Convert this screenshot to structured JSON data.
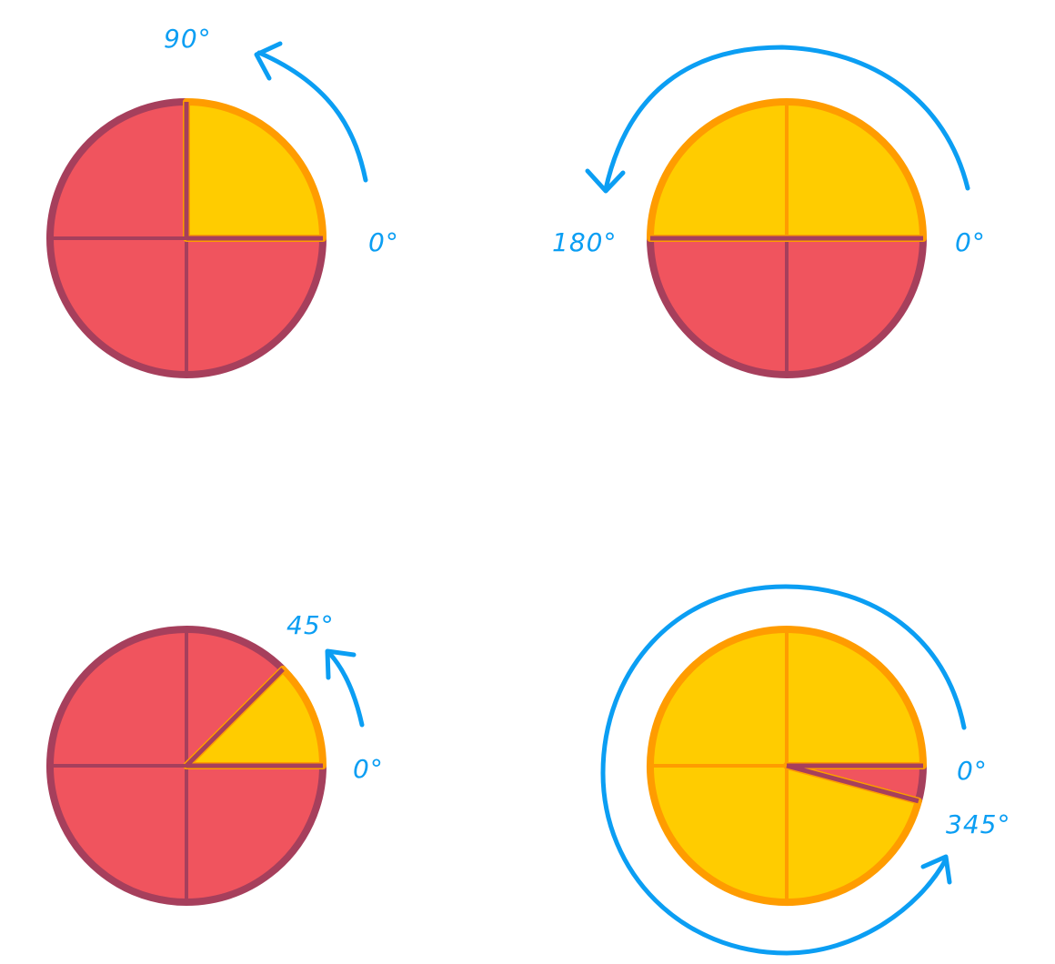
{
  "colors": {
    "filled": "#ffcc00",
    "filled_stroke": "#ff9c00",
    "empty": "#f0545e",
    "empty_stroke": "#a63f5c",
    "arrow": "#0b9ef3",
    "background": "#ffffff"
  },
  "diagrams": [
    {
      "angle_degrees": 90,
      "start_label": "0°",
      "end_label": "90°"
    },
    {
      "angle_degrees": 180,
      "start_label": "0°",
      "end_label": "180°"
    },
    {
      "angle_degrees": 45,
      "start_label": "0°",
      "end_label": "45°"
    },
    {
      "angle_degrees": 345,
      "start_label": "0°",
      "end_label": "345°"
    }
  ]
}
